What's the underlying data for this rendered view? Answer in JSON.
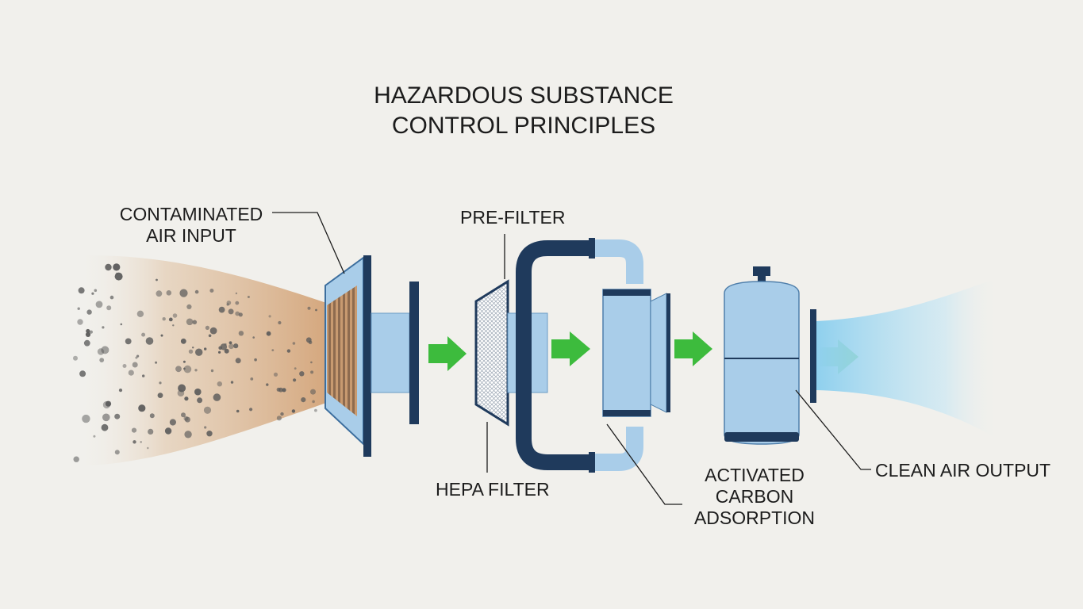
{
  "title": {
    "line1": "HAZARDOUS SUBSTANCE",
    "line2": "CONTROL PRINCIPLES"
  },
  "labels": {
    "contaminated_air_input": [
      "CONTAMINATED",
      "AIR INPUT"
    ],
    "pre_filter": "PRE-FILTER",
    "hepa_filter": "HEPA FILTER",
    "activated_carbon_adsorption": [
      "ACTIVATED",
      "CARBON",
      "ADSORPTION"
    ],
    "clean_air_output": "CLEAN AIR OUTPUT"
  },
  "colors": {
    "background": "#f1f0ec",
    "contaminated_air": "#d9b48e",
    "particles": "#5a5a5a",
    "filter_blue": "#a9cde9",
    "frame_navy": "#1f3a5c",
    "flow_arrow": "#3dbb3d",
    "clean_air": "#9fd6ee"
  },
  "icons": [
    "flow-arrow-icon",
    "particle-cloud",
    "filter-housing",
    "carbon-canister"
  ]
}
